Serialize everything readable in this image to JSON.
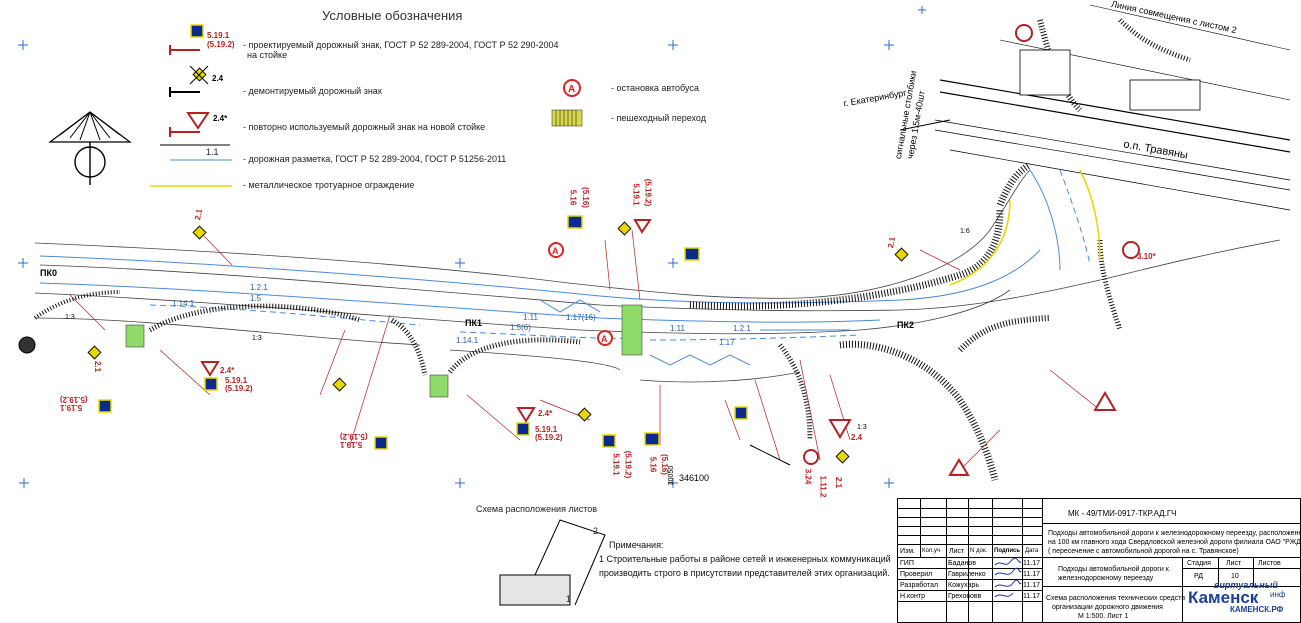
{
  "legend": {
    "title": "Условные обозначения",
    "items": [
      {
        "text": "- проектируемый дорожный знак, ГОСТ Р 52 289-2004, ГОСТ Р 52 290-2004",
        "text2": "на стойке",
        "sign_code": "5.19.1",
        "sign_code2": "(5.19.2)"
      },
      {
        "text": "- демонтируемый дорожный знак",
        "sign_code": "2.4"
      },
      {
        "text": "- повторно используемый дорожный знак на новой стойке",
        "sign_code": "2.4*"
      },
      {
        "text": "- дорожная разметка, ГОСТ Р 52 289-2004, ГОСТ Р 51256-2011",
        "sign_code": "1.1"
      },
      {
        "text": "- металлическое тротуарное ограждение"
      }
    ],
    "bus_stop": "- остановка автобуса",
    "crossing": "- пешеходный переход"
  },
  "map": {
    "direction": "г. Екатеринбург",
    "station": "о.п. Травяны",
    "poles": "сигнальные столбики",
    "poles2": "через 1.5м-40шт",
    "joint_line": "Линия совмещения с листом 2",
    "pk": [
      "ПК0",
      "ПК1",
      "ПК2"
    ],
    "coord": "346100",
    "coord2": "30050",
    "signs": [
      {
        "code": "2.1"
      },
      {
        "code": "5.16",
        "code2": "(5.16)"
      },
      {
        "code": "5.19.1",
        "code2": "(5.19.2)"
      },
      {
        "code": "2.4*"
      },
      {
        "code": "2.1"
      },
      {
        "code": "5.19.1",
        "code2": "(5.19.2)"
      },
      {
        "code": "5.19.1",
        "code2": "(5.19.2)"
      },
      {
        "code": "5.19.1",
        "code2": "(5.19.2)"
      },
      {
        "code": "2.4*"
      },
      {
        "code": "5.19.1",
        "code2": "(5.19.2)"
      },
      {
        "code": "5.19.1",
        "code2": "(5.19.2)"
      },
      {
        "code": "5.16",
        "code2": "(5.16)"
      },
      {
        "code": "2.4"
      },
      {
        "code": "3.24"
      },
      {
        "code": "1.11.2"
      },
      {
        "code": "2.1"
      },
      {
        "code": "3.10*"
      },
      {
        "code": "2.1"
      }
    ],
    "markings": [
      "1.2.1",
      "1.5",
      "1.14.1",
      "1.11",
      "1.5(6)",
      "1.17(16)",
      "1.14.1",
      "1.11",
      "1.17",
      "1.2.1",
      "1:3",
      "1:3",
      "1:6",
      "1:3"
    ]
  },
  "sheet_scheme": {
    "title": "Схема расположения листов",
    "n1": "1",
    "n2": "2"
  },
  "notes": {
    "title": "Примечания:",
    "line1": "1 Строительные работы в районе сетей и инженерных коммуникаций",
    "line2": "производить строго в присутствии представителей этих организаций."
  },
  "title_block": {
    "code": "МК - 49/ТМИ-0917-ТКР.АД.ГЧ",
    "desc1": "Подходы автомобильной дороги к железнодорожному переезду, расположенному",
    "desc2": "на 100 км главного хода Свердловской железной дороги филиала ОАО \"РЖД\"",
    "desc3": "( пересечение с автомобильной дорогой на с. Травянское)",
    "subject1": "Подходы автомобильной дороги к",
    "subject2": "железнодорожному переезду",
    "sheet_title1": "Схема расположения технических средств",
    "sheet_title2": "организации дорожного движения",
    "sheet_title3": "М 1:500. Лист 1",
    "headers": [
      "Изм.",
      "Кол.уч",
      "Лист",
      "N док.",
      "Подпись",
      "Дата"
    ],
    "stage_h": "Стадия",
    "sheet_h": "Лист",
    "sheets_h": "Листов",
    "stage": "РД",
    "sheet": "10",
    "rows": [
      {
        "role": "ГИП",
        "name": "Баданов",
        "date": "11.17"
      },
      {
        "role": "Проверил",
        "name": "Гавриленко",
        "date": "11.17"
      },
      {
        "role": "Разработал",
        "name": "Кожухарь",
        "date": "11.17"
      },
      {
        "role": "Н.контр",
        "name": "Грехововв",
        "date": "11.17"
      }
    ]
  },
  "watermark": {
    "top": "виртуальный",
    "main": "Каменск",
    "suffix": "инф",
    "bottom": "КАМЕНСК.РФ"
  },
  "colors": {
    "sign_red": "#b22222",
    "sign_blue": "#0a2a8c",
    "marking": "#4a8ad8",
    "fence": "#e8d800",
    "crossing": "#8fdc6a"
  }
}
